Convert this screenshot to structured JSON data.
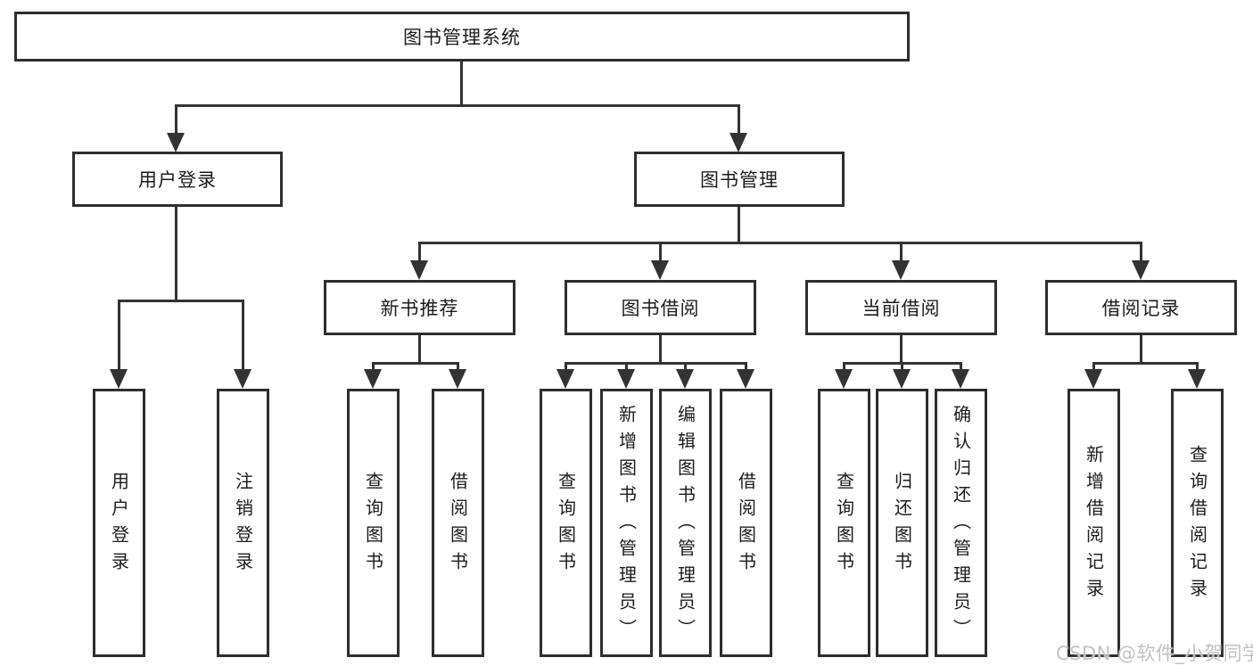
{
  "tree": {
    "label": "图书管理系统",
    "children": [
      {
        "label": "用户登录",
        "children": [
          {
            "label": "用户登录"
          },
          {
            "label": "注销登录"
          }
        ]
      },
      {
        "label": "图书管理",
        "children": [
          {
            "label": "新书推荐",
            "children": [
              {
                "label": "查询图书"
              },
              {
                "label": "借阅图书"
              }
            ]
          },
          {
            "label": "图书借阅",
            "children": [
              {
                "label": "查询图书"
              },
              {
                "label": "新增图书（管理员）"
              },
              {
                "label": "编辑图书（管理员）"
              },
              {
                "label": "借阅图书"
              }
            ]
          },
          {
            "label": "当前借阅",
            "children": [
              {
                "label": "查询图书"
              },
              {
                "label": "归还图书"
              },
              {
                "label": "确认归还（管理员）"
              }
            ]
          },
          {
            "label": "借阅记录",
            "children": [
              {
                "label": "新增借阅记录"
              },
              {
                "label": "查询借阅记录"
              }
            ]
          }
        ]
      }
    ]
  },
  "watermark": {
    "text": "CSDN @软件_小贺同学",
    "color": "#c2c2c2"
  },
  "colors": {
    "line": "#333333",
    "box_border": "#2e2e2e",
    "text": "#1c1c1c",
    "background": "#ffffff"
  }
}
